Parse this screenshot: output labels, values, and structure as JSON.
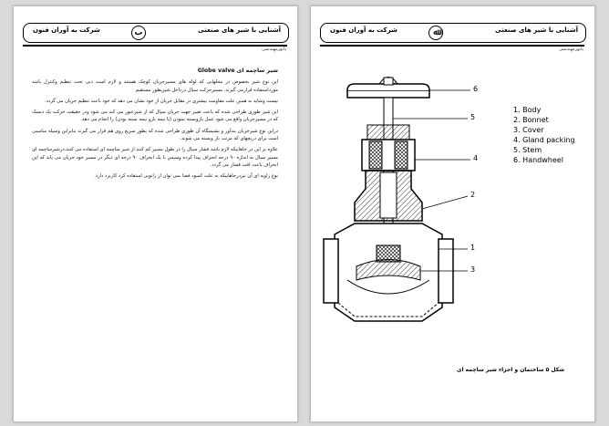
{
  "left_page": {
    "header_title": "آشنایی با شیر های صنعتی",
    "header_company": "شرکت به آوران فنون",
    "header_logo": "ب",
    "header_sub": "پابورمهندسی",
    "heading": "شیر ساچمه ای Globe valve",
    "paragraphs": [
      "این نوع شیر بخصوص در محلهایی که لوله های مسیرجریان کوچک هستند و لازم است دبی تحت تنظیم وکنترل باشد مورداستفاده قرارمی گیرند. مسیرحرکت سیال درداخل شیربطور مستقیم",
      "نیست وشاید به همین علت مقاومت بیشتری در مقابل جریان از خود نشان می دهد که خود باعث تنظیم جریان می گردد.",
      "این شیر طوری طراحی شده که باعث تغییر جهت جریان سیال که از شیرعبور می کند می شود ودر حقیقت حرکت یک دیسک که در مسیرجریان واقع می شود عمل بازوبسته نمودن (یا نیمه بازو نیمه بسته بودن) را انجام می دهد.",
      "دراین نوع شیرجریان بندآور و نشیمنگاه آن طوری طراحی شده که بطور سریع روی هم قرار می گیرند بنابراین وسیله مناسبی است برای دریچهای که مرتب باز وبسته می شوند.",
      "علاوه بر این در جاهاییکه لازم باشد فشار سیال را در طول مسیر کم کنند از شیر ساچمه ای استفاده می کنند.درشیرساچمه ای مسیر سیال به اندازه ۹۰ درجه انحراف پیدا کرده وسپس با یک انحراف ۹۰ درجه ای دیگر در مسیر خود جریان می یابد که این انحراف باعث افت فشار می گردد.",
      "نوع زاویه ای آن نیزدرجاهاییکه به علت کمبود فضا نمی توان از زانویی استفاده کرد کاربرد دارد."
    ]
  },
  "right_page": {
    "header_title": "آشنایی با شیر های صنعتی",
    "header_company": "شرکت به آوران فنون",
    "header_logo": "ﷲ",
    "header_sub": "پابورمهندسی",
    "legend": [
      "1. Body",
      "2. Bonnet",
      "3. Cover",
      "4. Gland packing",
      "5. Stem",
      "6. Handwheel"
    ],
    "callouts": [
      "1",
      "2",
      "3",
      "4",
      "5",
      "6"
    ],
    "caption": "شکل ۵ ساختمان و اجزاء شیر ساچمه ای"
  }
}
